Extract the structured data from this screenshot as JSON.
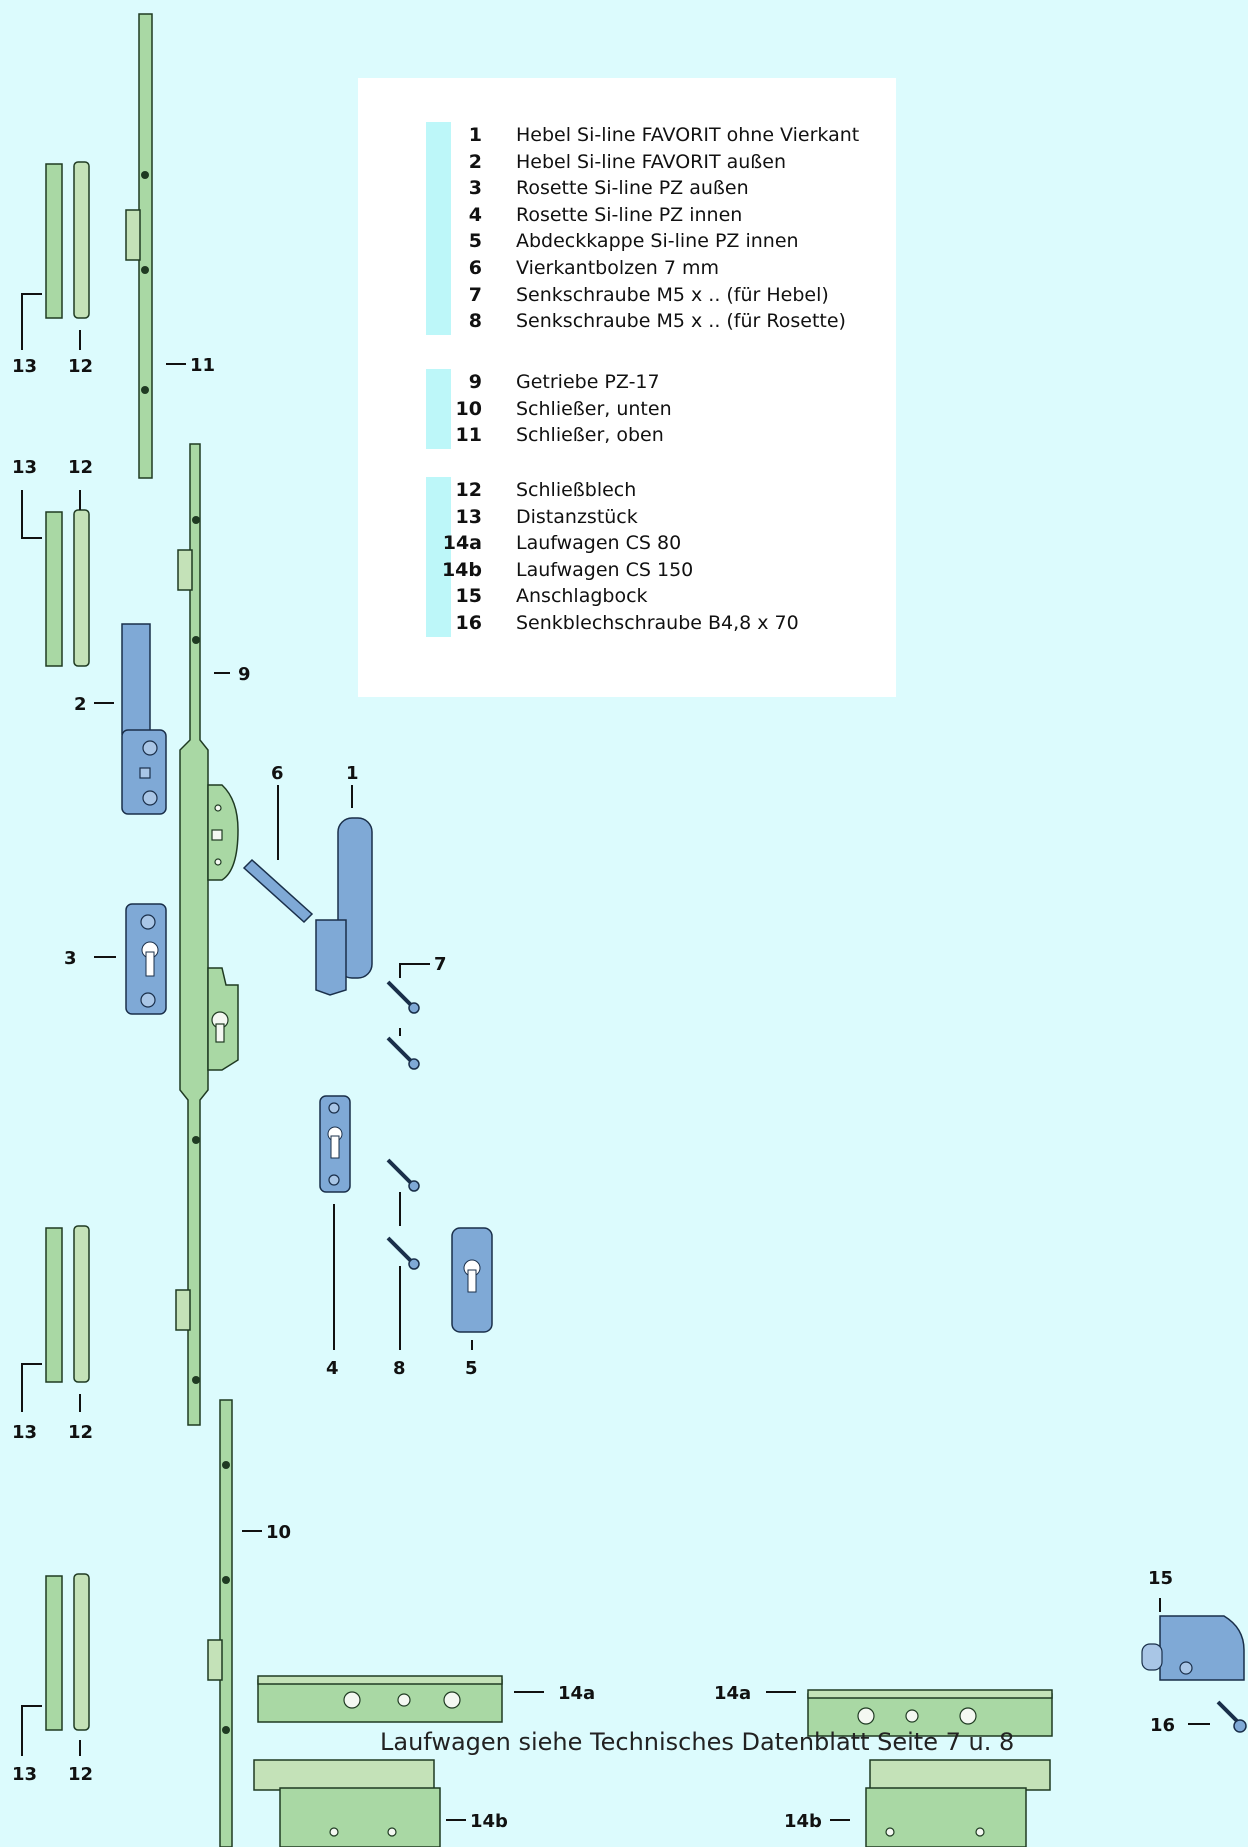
{
  "legend": {
    "groups": [
      [
        {
          "num": "1",
          "text": "Hebel Si-line FAVORIT ohne Vierkant"
        },
        {
          "num": "2",
          "text": "Hebel Si-line FAVORIT außen"
        },
        {
          "num": "3",
          "text": "Rosette Si-line PZ außen"
        },
        {
          "num": "4",
          "text": "Rosette Si-line PZ innen"
        },
        {
          "num": "5",
          "text": "Abdeckkappe Si-line PZ innen"
        },
        {
          "num": "6",
          "text": "Vierkantbolzen 7 mm"
        },
        {
          "num": "7",
          "text": "Senkschraube M5 x .. (für Hebel)"
        },
        {
          "num": "8",
          "text": "Senkschraube M5 x .. (für Rosette)"
        }
      ],
      [
        {
          "num": "9",
          "text": "Getriebe PZ-17"
        },
        {
          "num": "10",
          "text": "Schließer, unten"
        },
        {
          "num": "11",
          "text": "Schließer, oben"
        }
      ],
      [
        {
          "num": "12",
          "text": "Schließblech"
        },
        {
          "num": "13",
          "text": "Distanzstück"
        },
        {
          "num": "14a",
          "text": "Laufwagen CS 80"
        },
        {
          "num": "14b",
          "text": "Laufwagen CS 150"
        },
        {
          "num": "15",
          "text": "Anschlagbock"
        },
        {
          "num": "16",
          "text": "Senkblechschraube B4,8 x 70"
        }
      ]
    ]
  },
  "callouts": {
    "c1": "1",
    "c2": "2",
    "c3": "3",
    "c4": "4",
    "c5": "5",
    "c6": "6",
    "c7": "7",
    "c8": "8",
    "c9": "9",
    "c10": "10",
    "c11": "11",
    "c12a": "12",
    "c12b": "12",
    "c12c": "12",
    "c12d": "12",
    "c13a": "13",
    "c13b": "13",
    "c13c": "13",
    "c13d": "13",
    "c14a_l": "14a",
    "c14a_r": "14a",
    "c14b_l": "14b",
    "c14b_r": "14b",
    "c15": "15",
    "c16": "16"
  },
  "note": "Laufwagen siehe Technisches Datenblatt Seite 7 u. 8",
  "colors": {
    "background": "#dcfbfd",
    "green_parts": "#a9d8a4",
    "blue_parts": "#7fa9d6",
    "legend_bar": "#bdf7f9"
  }
}
